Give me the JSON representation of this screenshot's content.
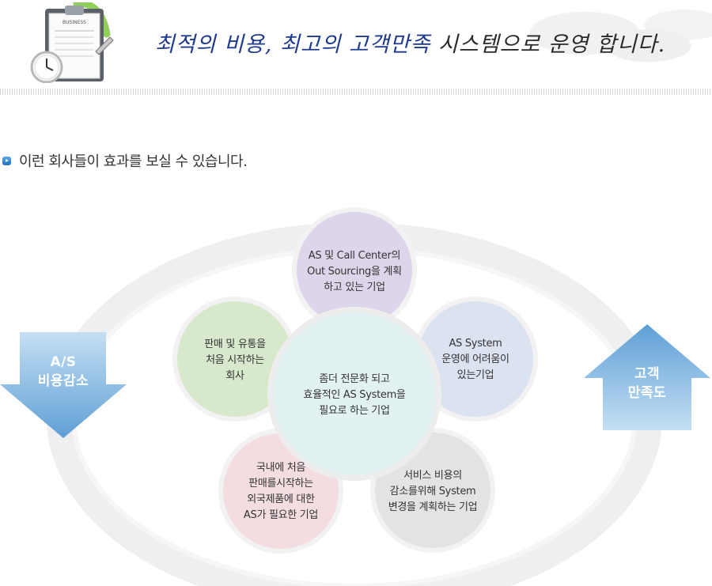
{
  "header": {
    "slogan_highlight": "최적의 비용, 최고의 고객만족",
    "slogan_rest": "시스템으로 운영 합니다.",
    "icon_label": "BUSINESS"
  },
  "intro": {
    "text": "이런 회사들이 효과를 보실 수 있습니다."
  },
  "diagram": {
    "center": [
      "좀더 전문화 되고",
      "효율적인 AS System을",
      "필요로 하는 기업"
    ],
    "nodes": [
      {
        "id": "top",
        "lines": [
          "AS 및 Call Center의",
          "Out Sourcing을 계획",
          "하고 있는 기업"
        ],
        "color": "#ddd5ea"
      },
      {
        "id": "right",
        "lines": [
          "AS System",
          "운영에 어려움이",
          "있는기업"
        ],
        "color": "#dbe2f0"
      },
      {
        "id": "bottom-right",
        "lines": [
          "서비스 비용의",
          "감소를위해 System",
          "변경을 계획하는 기업"
        ],
        "color": "#e3e3e3"
      },
      {
        "id": "bottom-left",
        "lines": [
          "국내에 처음",
          "판매를시작하는",
          "외국제품에 대한",
          "AS가 필요한 기업"
        ],
        "color": "#f3dde1"
      },
      {
        "id": "left",
        "lines": [
          "판매 및 유통을",
          "처음 시작하는",
          "회사"
        ],
        "color": "#d8e8cd"
      }
    ]
  },
  "arrows": {
    "left": [
      "A/S",
      "비용감소"
    ],
    "right": [
      "고객",
      "만족도"
    ]
  },
  "colors": {
    "slogan": "#1f3a8c",
    "arrow_blue": "#7fb6e0",
    "center": "#e1f1f1"
  }
}
